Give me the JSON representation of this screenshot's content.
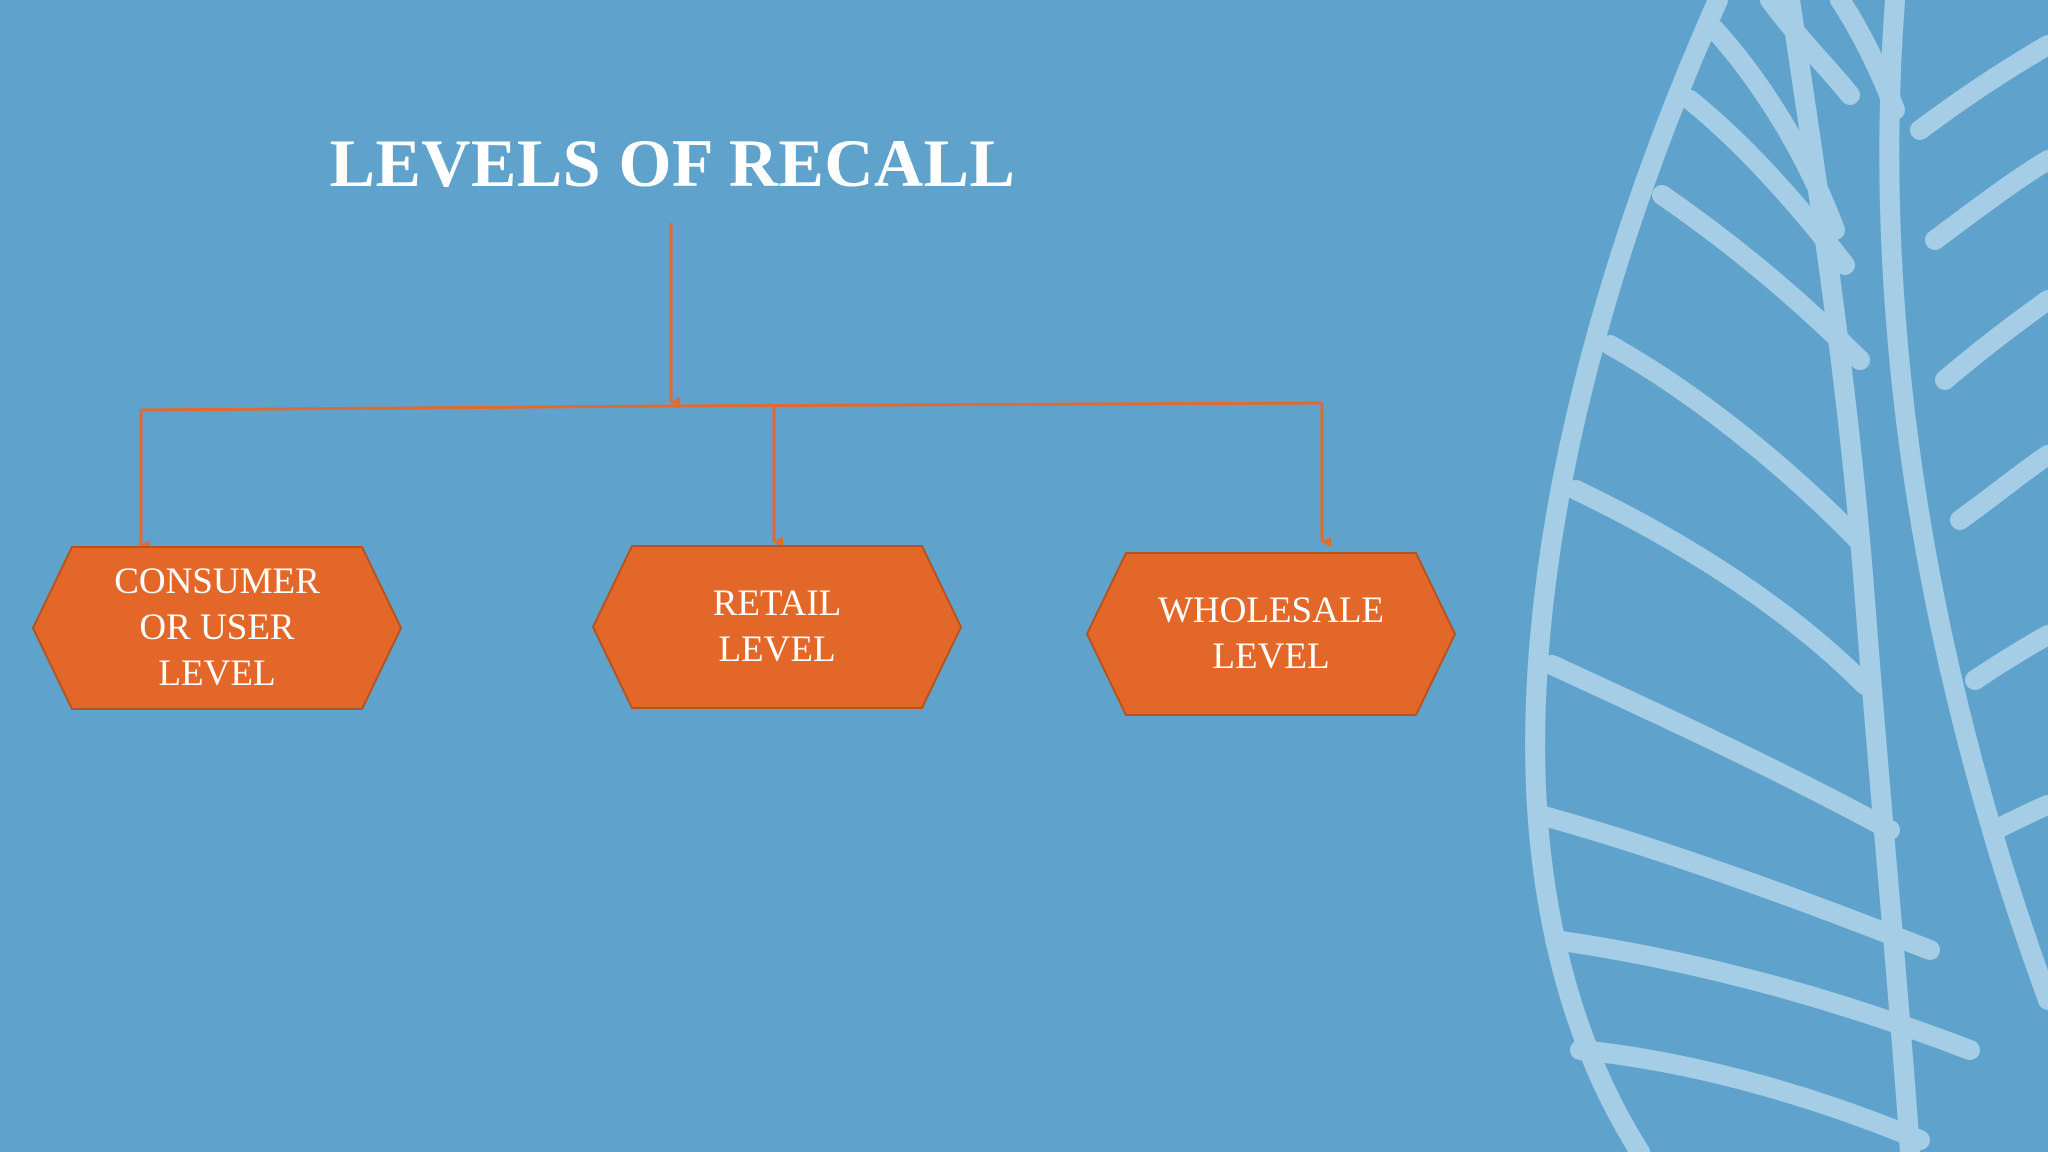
{
  "slide": {
    "title": "LEVELS OF RECALL"
  },
  "diagram": {
    "root": "LEVELS OF RECALL",
    "children": [
      {
        "id": "consumer",
        "label": "CONSUMER\nOR USER\nLEVEL"
      },
      {
        "id": "retail",
        "label": "RETAIL\nLEVEL"
      },
      {
        "id": "wholesale",
        "label": "WHOLESALE\nLEVEL"
      }
    ],
    "shape": "hexagon"
  },
  "colors": {
    "background": "#5FA3CD",
    "node_fill": "#E26728",
    "node_stroke": "#B4531E",
    "connector": "#E06A30",
    "title_text": "#FFFFFF",
    "node_text": "#FFFFFF",
    "leaf_line": "#A6CDE6"
  },
  "decoration": {
    "icon": "leaf-outline-icon"
  }
}
